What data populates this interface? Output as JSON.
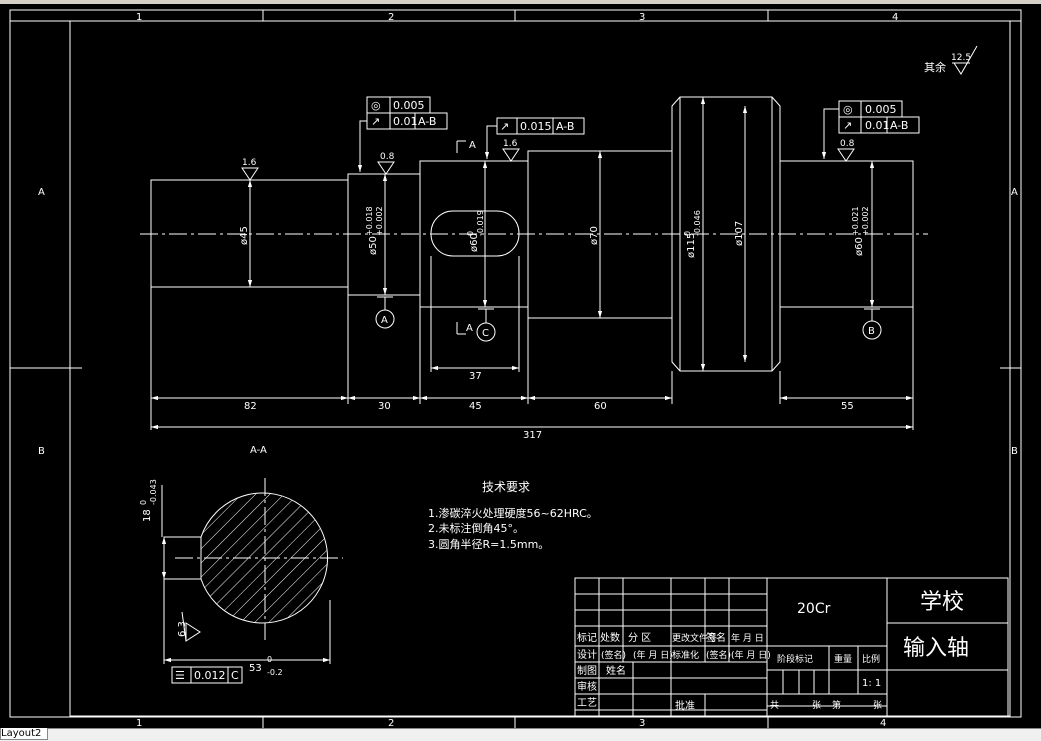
{
  "border": {
    "cols": [
      "1",
      "2",
      "3",
      "4"
    ],
    "rows": [
      "A",
      "B"
    ]
  },
  "roughness_general": {
    "prefix": "其余",
    "value": "12.5"
  },
  "roughness": {
    "r1": "1.6",
    "r2": "0.8",
    "r3": "1.6",
    "r4": "0.8"
  },
  "diameters": {
    "d45": "ø45",
    "d50": "ø50",
    "d50_up": "+0.018",
    "d50_lo": "+0.002",
    "d60a": "ø60",
    "d60a_up": "0",
    "d60a_lo": "-0.019",
    "d70": "ø70",
    "d115": "ø115",
    "d115_up": "0",
    "d115_lo": "-0.046",
    "d107": "ø107",
    "d60b": "ø60",
    "d60b_up": "+0.021",
    "d60b_lo": "+0.002"
  },
  "tolerance_frames": {
    "left": {
      "sym1": "◎",
      "val1": "0.005",
      "sym2": "↗",
      "val2": "0.01",
      "datum2": "A-B"
    },
    "mid": {
      "sym": "↗",
      "val": "0.015",
      "datum": "A-B"
    },
    "right": {
      "sym1": "◎",
      "val1": "0.005",
      "sym2": "↗",
      "val2": "0.01",
      "datum2": "A-B"
    }
  },
  "datums": {
    "a": "A",
    "b": "B",
    "c": "C"
  },
  "section_mark": "A",
  "dimensions": {
    "d82": "82",
    "d30": "30",
    "d45len": "45",
    "d60len": "60",
    "d55": "55",
    "d317": "317",
    "d37": "37"
  },
  "section_view": {
    "title": "A-A",
    "depth": "18",
    "depth_up": "0",
    "depth_lo": "-0.043",
    "roughness": "6.3",
    "width": "53",
    "width_up": "0",
    "width_lo": "-0.2",
    "frame_sym": "☰",
    "frame_val": "0.012",
    "frame_datum": "C"
  },
  "tech_req": {
    "title": "技术要求",
    "items": [
      "1.渗碳淬火处理硬度56~62HRC。",
      "2.未标注倒角45°。",
      "3.圆角半径R=1.5mm。"
    ]
  },
  "title_block": {
    "school": "学校",
    "part": "输入轴",
    "material": "20Cr",
    "h_mark": "标记",
    "h_count": "处数",
    "h_zone": "分 区",
    "h_doc": "更改文件号",
    "h_sign": "签名",
    "h_date": "年 月 日",
    "design": "设计",
    "design_sign": "(签名)",
    "design_date": "(年 月 日)",
    "standard": "标准化",
    "standard_sign": "(签名)",
    "standard_date": "(年 月 日)",
    "drawn": "制图",
    "name": "姓名",
    "check": "审核",
    "craft": "工艺",
    "approve": "批准",
    "stage": "阶段标记",
    "weight": "重量",
    "scale_label": "比例",
    "scale": "1: 1",
    "total": "共",
    "sheets": "张",
    "page": "第",
    "sheets2": "张"
  },
  "layout_tab": "Layout2"
}
